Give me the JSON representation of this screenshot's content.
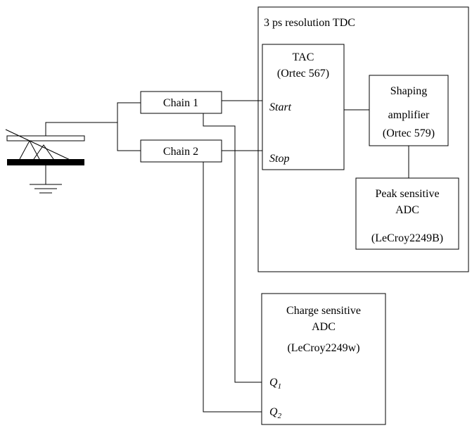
{
  "tdc": {
    "title": "3 ps resolution TDC"
  },
  "chains": {
    "chain1": "Chain 1",
    "chain2": "Chain 2"
  },
  "tac": {
    "line1": "TAC",
    "line2": "(Ortec 567)",
    "start": "Start",
    "stop": "Stop"
  },
  "shaping": {
    "line1": "Shaping",
    "line2": "amplifier",
    "line3": "(Ortec 579)"
  },
  "peak_adc": {
    "line1": "Peak sensitive",
    "line2": "ADC",
    "line3": "(LeCroy2249B)"
  },
  "charge_adc": {
    "line1": "Charge sensitive",
    "line2": "ADC",
    "line3": "(LeCroy2249w)",
    "q1": {
      "letter": "Q",
      "sub": "1"
    },
    "q2": {
      "letter": "Q",
      "sub": "2"
    }
  }
}
